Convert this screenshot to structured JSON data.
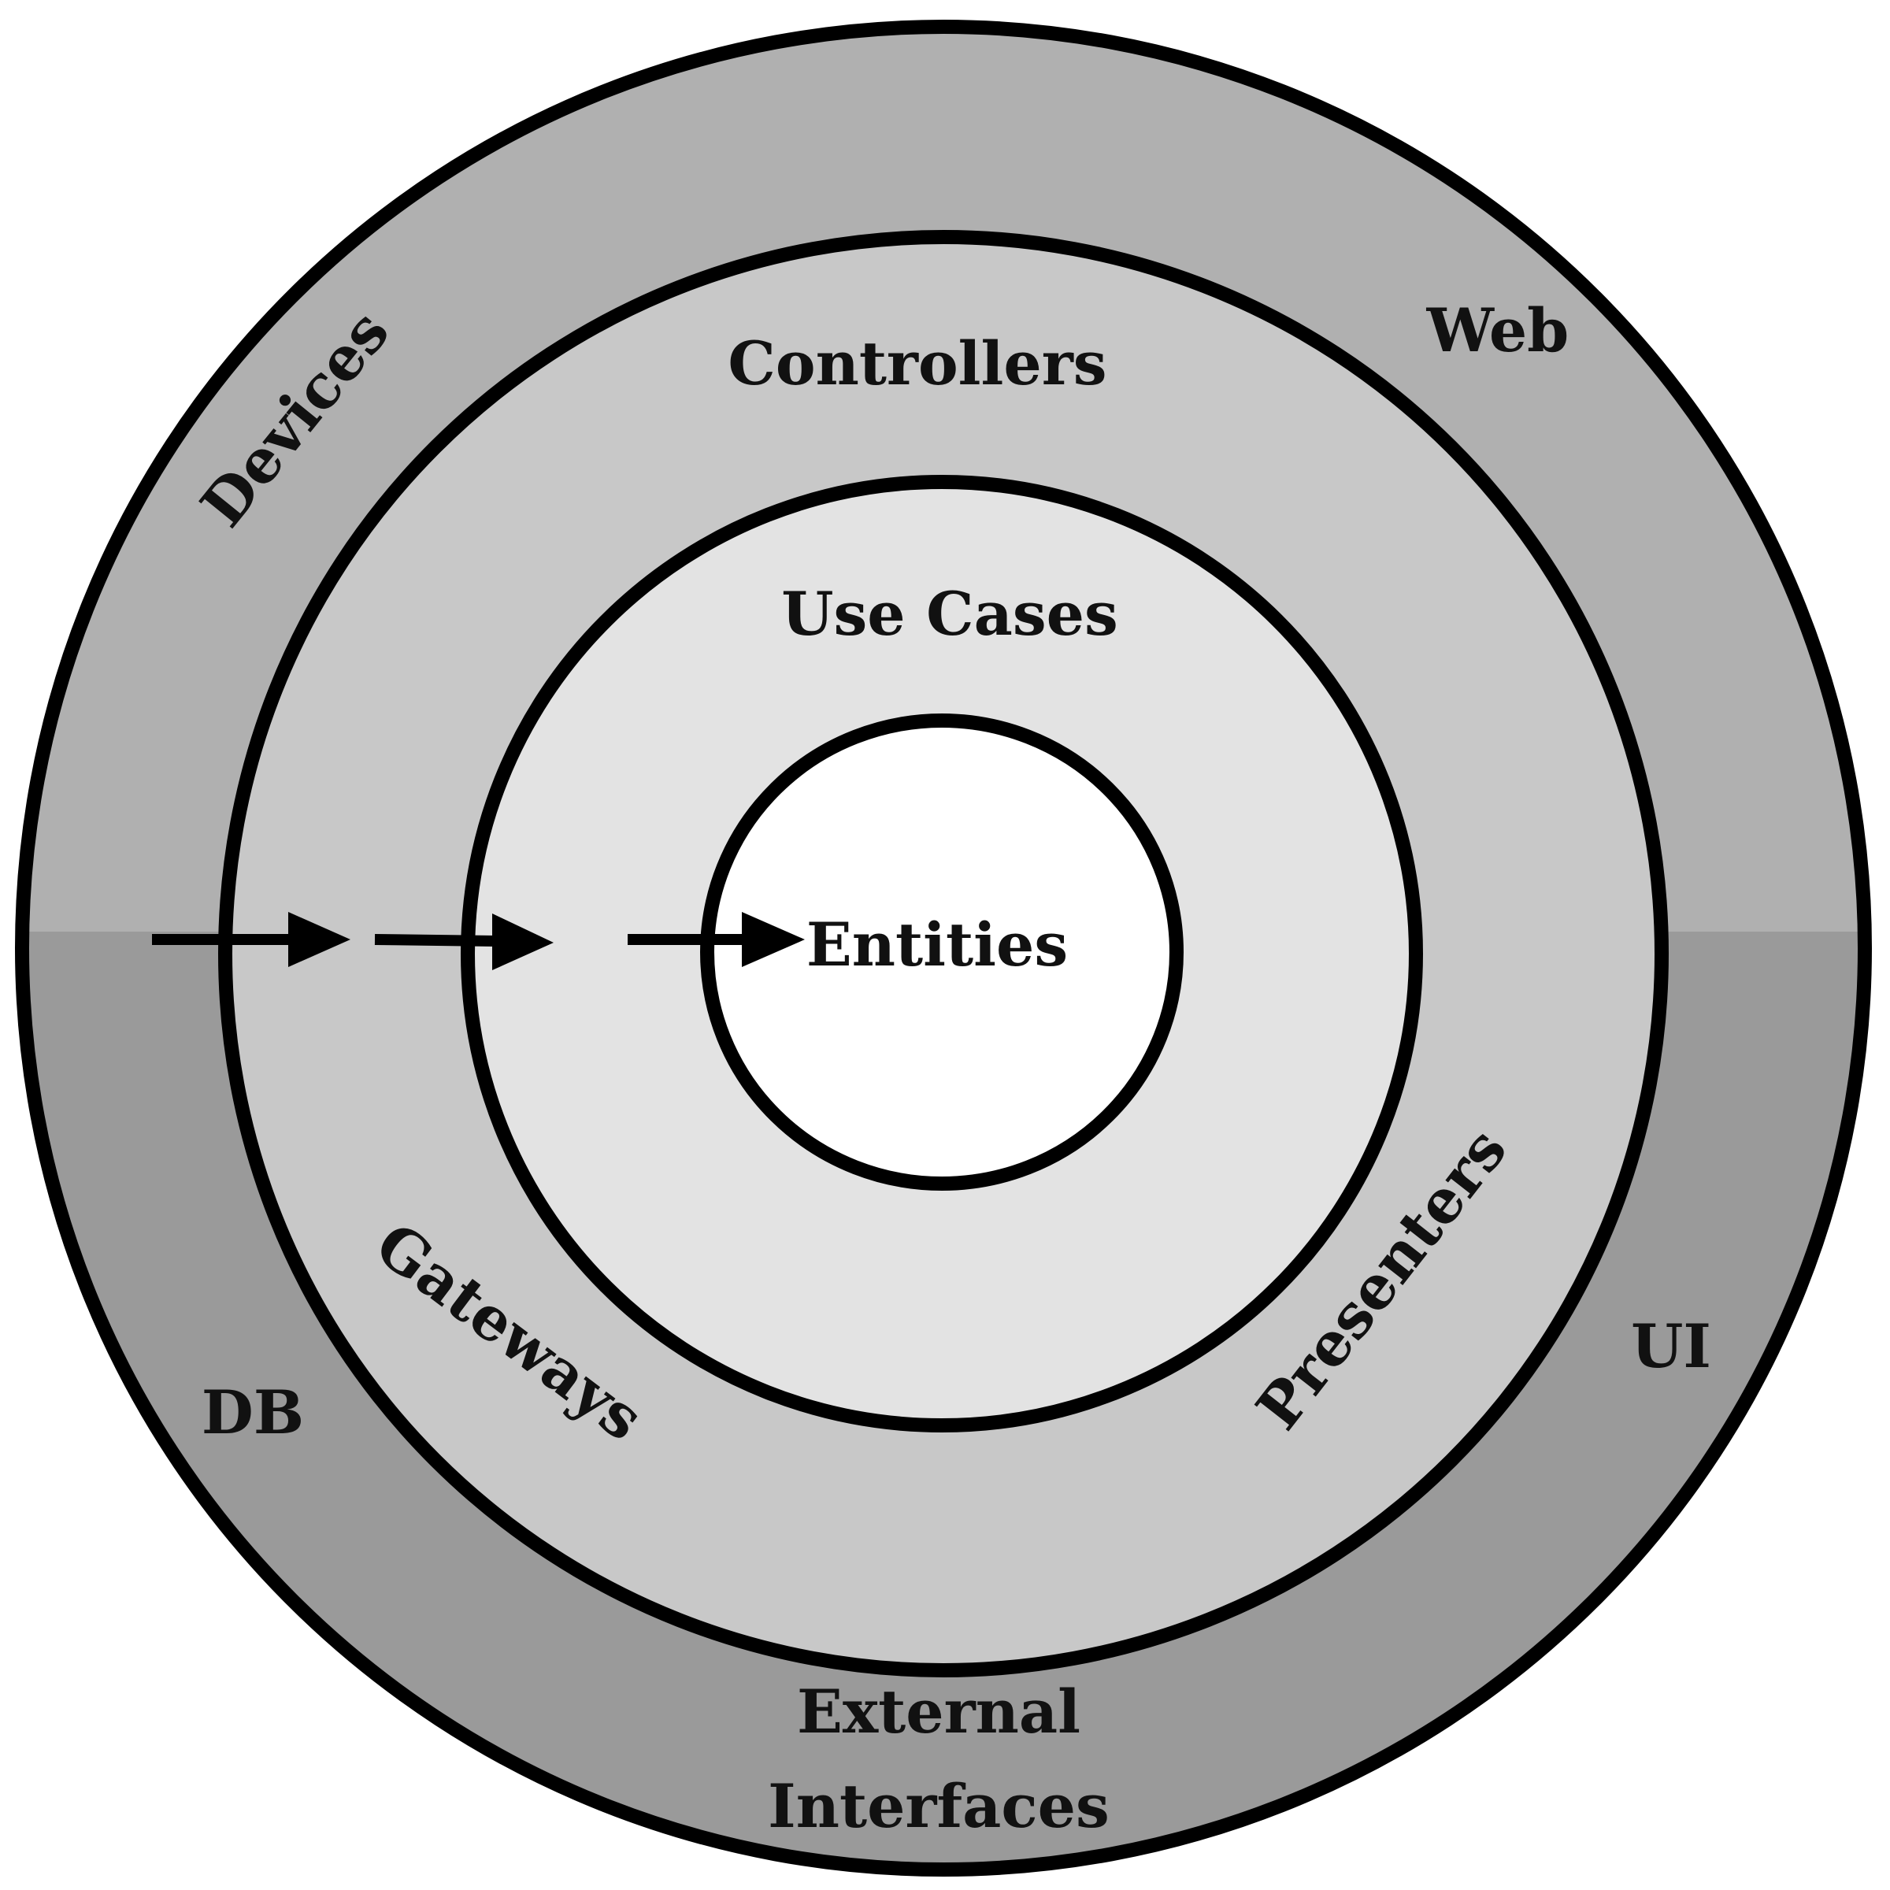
{
  "layers": {
    "outer": {
      "labels": {
        "devices": "Devices",
        "web": "Web",
        "db": "DB",
        "ui": "UI",
        "external_line1": "External",
        "external_line2": "Interfaces"
      },
      "colors": {
        "top": "#b0b0b0",
        "bottom": "#9a9a9a"
      }
    },
    "adapters": {
      "labels": {
        "controllers": "Controllers",
        "gateways": "Gateways",
        "presenters": "Presenters"
      },
      "color": "#c8c8c8"
    },
    "use_cases": {
      "label": "Use Cases",
      "color": "#e3e3e3"
    },
    "entities": {
      "label": "Entities",
      "color": "#ffffff"
    }
  },
  "colors": {
    "stroke": "#000000"
  }
}
